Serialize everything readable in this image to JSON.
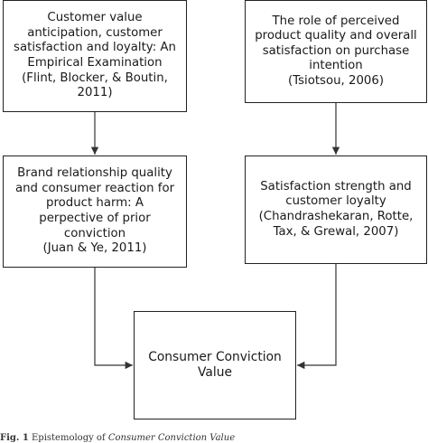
{
  "boxes": {
    "b1": [
      "Customer value",
      "anticipation, customer",
      "satisfaction and loyalty: An",
      "Empirical Examination",
      "(Flint, Blocker, & Boutin,",
      "2011)"
    ],
    "b2": [
      "The role of perceived",
      "product quality and overall",
      "satisfaction on purchase",
      "intention",
      "(Tsiotsou, 2006)"
    ],
    "b3": [
      "Brand relationship quality",
      "and consumer reaction for",
      "product harm: A",
      "perpective of prior",
      "conviction",
      "(Juan & Ye, 2011)"
    ],
    "b4": [
      "Satisfaction strength and",
      "customer loyalty",
      "(Chandrashekaran, Rotte,",
      "Tax, & Grewal, 2007)"
    ],
    "b5": [
      "Consumer Conviction",
      "Value"
    ]
  },
  "caption": {
    "label": "Fig. 1",
    "prefix": "Epistemology of",
    "title": "Consumer Conviction Value"
  }
}
